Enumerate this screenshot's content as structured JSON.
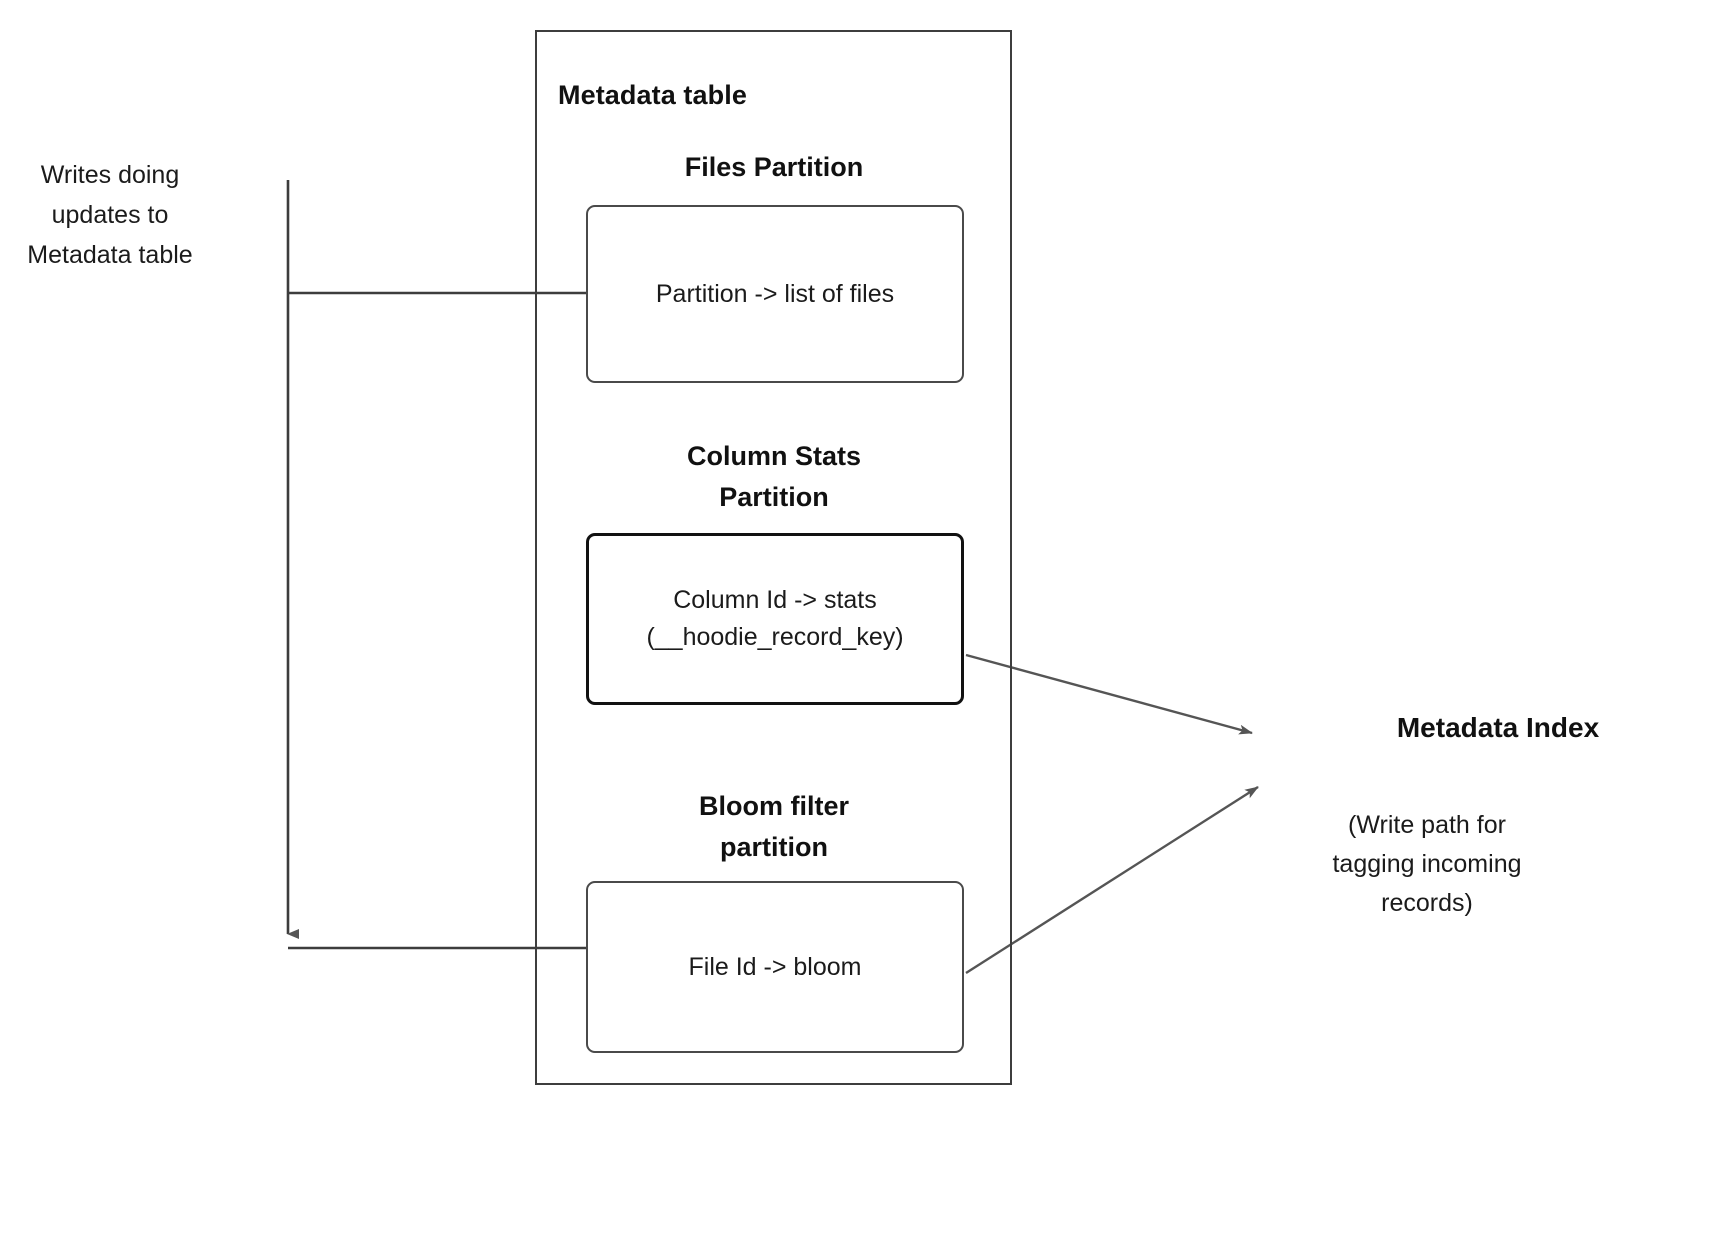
{
  "diagram": {
    "source_label": "Writes doing\nupdates to\nMetadata table",
    "container": {
      "title": "Metadata table",
      "sections": [
        {
          "heading": "Files Partition",
          "box_text": "Partition -> list of files"
        },
        {
          "heading": "Column Stats\nPartition",
          "box_text": "Column Id  -> stats\n(__hoodie_record_key)"
        },
        {
          "heading": "Bloom filter\npartition",
          "box_text": "File Id -> bloom"
        }
      ]
    },
    "destination": {
      "title": "Metadata Index",
      "caption": "(Write path for\ntagging incoming\nrecords)"
    },
    "colors": {
      "stroke": "#3d3d3d",
      "arrow_fill": "#555555",
      "text": "#1b1b1b",
      "background": "#ffffff"
    }
  }
}
